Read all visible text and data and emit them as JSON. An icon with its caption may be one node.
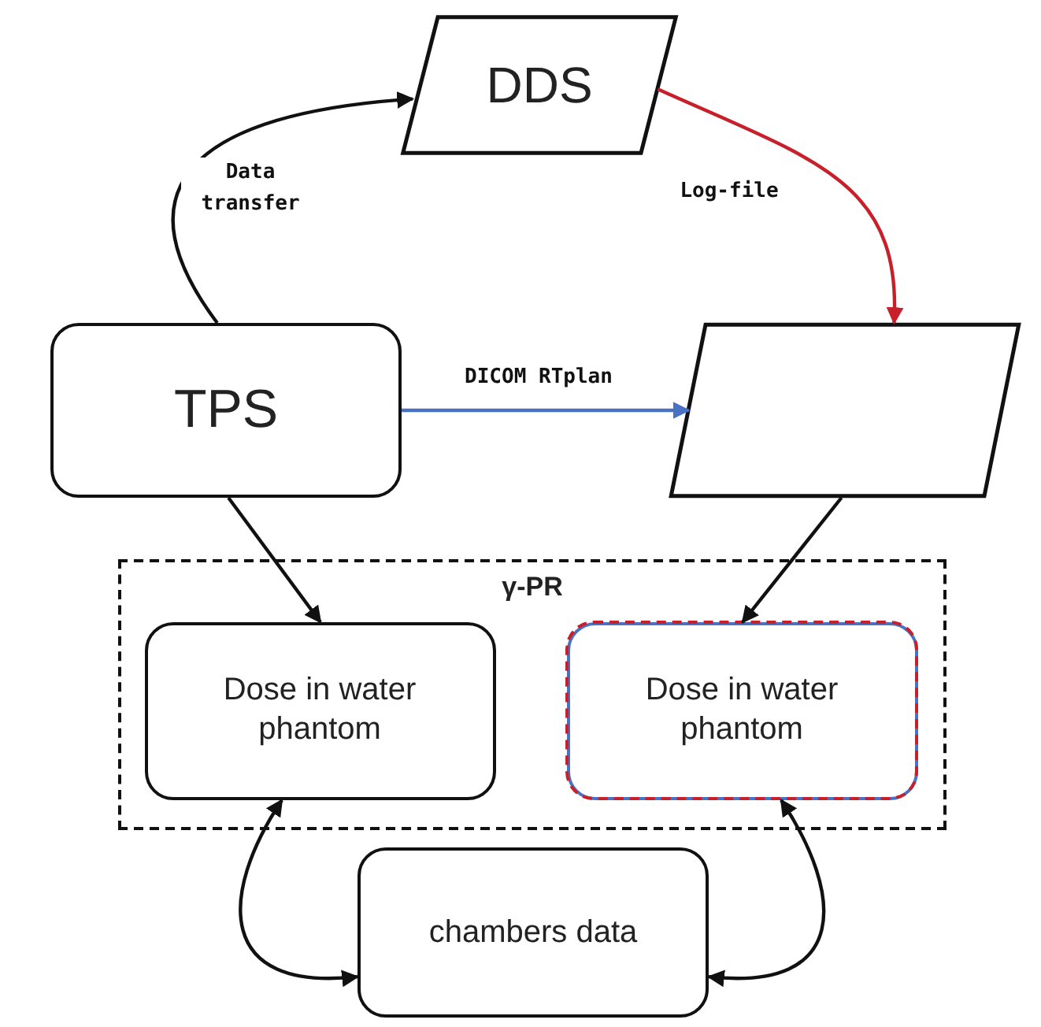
{
  "diagram": {
    "nodes": [
      {
        "text": [
          "DDS"
        ]
      },
      {
        "text": [
          "TPS"
        ]
      },
      {
        "text": [],
        "shape": "parallelogram"
      },
      {
        "text": [
          "γ-PR"
        ]
      },
      {
        "text": [
          "Dose in water phantom"
        ],
        "in": 3
      },
      {
        "text": [
          "Dose in water phantom"
        ],
        "in": 3
      },
      {
        "text": [
          "chambers data"
        ]
      }
    ],
    "edges": [
      {
        "from": 1,
        "to": 0,
        "arrow": "to",
        "label": "Data transfer"
      },
      {
        "from": 0,
        "to": 2,
        "arrow": "to",
        "label": "Log-file",
        "color": "#c8202a"
      },
      {
        "from": 1,
        "to": 2,
        "arrow": "to",
        "label": "DICOM RTplan",
        "color": "#4a72c4"
      },
      {
        "from": 1,
        "to": 4,
        "arrow": "to"
      },
      {
        "from": 2,
        "to": 5,
        "arrow": "to"
      },
      {
        "from": 6,
        "to": 4,
        "arrow": "both"
      },
      {
        "from": 6,
        "to": 5,
        "arrow": "both"
      }
    ]
  }
}
